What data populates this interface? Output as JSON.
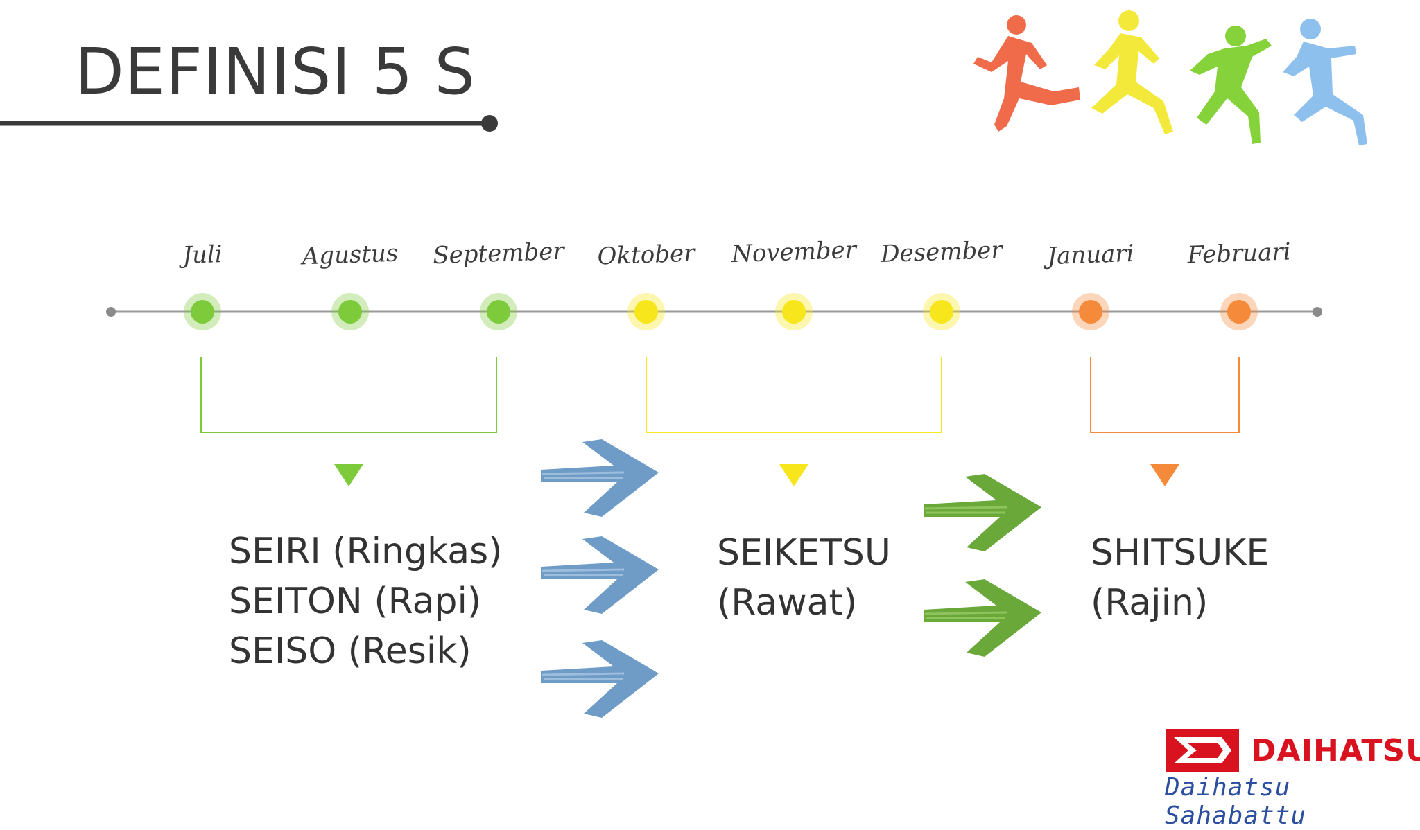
{
  "slide": {
    "title": "DEFINISI 5 S"
  },
  "timeline": {
    "months": [
      "Juli",
      "Agustus",
      "September",
      "Oktober",
      "November",
      "Desember",
      "Januari",
      "Februari"
    ]
  },
  "phases": [
    {
      "lines": [
        "SEIRI (Ringkas)",
        "SEITON (Rapi)",
        "SEISO (Resik)"
      ],
      "color": "#7dcb3b"
    },
    {
      "lines": [
        "SEIKETSU",
        "(Rawat)"
      ],
      "color": "#f6e61b"
    },
    {
      "lines": [
        "SHITSUKE",
        "(Rajin)"
      ],
      "color": "#f58a3a"
    }
  ],
  "colors": {
    "green": "#7dcb3b",
    "yellow": "#f6e61b",
    "orange": "#f58a3a",
    "blue_arrow": "#6f9bc7",
    "green_arrow": "#6aa83a",
    "brand_red": "#d8121f"
  },
  "runners": [
    "runner-red-icon",
    "runner-yellow-icon",
    "runner-green-icon",
    "runner-blue-icon"
  ],
  "brand": {
    "name": "DAIHATSU",
    "tagline": "Daihatsu Sahabattu"
  }
}
